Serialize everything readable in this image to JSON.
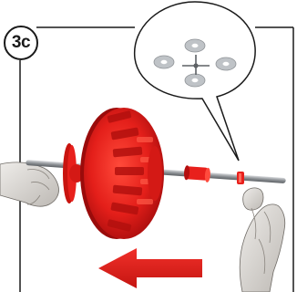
{
  "step": {
    "label": "3c"
  },
  "illustration": {
    "callout_parts": [
      "washer",
      "washer",
      "washer",
      "washer",
      "axle-connector"
    ],
    "main_objects": [
      "left-hand",
      "right-hand",
      "axle-rod",
      "red-tire-wheel",
      "red-hub-cap",
      "red-spacer",
      "red-clip"
    ],
    "direction": "left"
  },
  "colors": {
    "part_red": "#e8201c",
    "part_red_dark": "#b40f0f",
    "metal_gray": "#9a9ea3",
    "washer_gray": "#bfc3c7",
    "outline": "#1a1a1a",
    "skin": "#d9d6d2"
  }
}
